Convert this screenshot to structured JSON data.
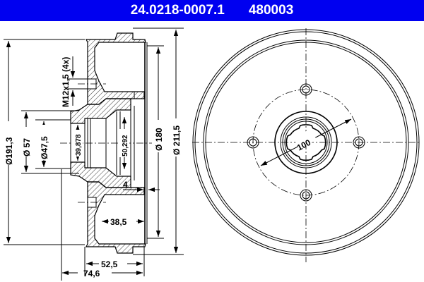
{
  "header": {
    "part_number": "24.0218-0007.1",
    "reference_number": "480003",
    "background_color": "#0000f0",
    "text_color": "#ffffff"
  },
  "section_view": {
    "dimensions": {
      "outer_flange_diameter": "Ø191,3",
      "hub_diameter": "Ø 57",
      "bore_diameter": "Ø47,5",
      "thread": "M12x1,5 (4x)",
      "inner_bearing_diameter": "39,878",
      "outer_bearing_diameter": "50,292",
      "braking_diameter": "Ø 180",
      "outer_diameter": "Ø 211,5",
      "rim_width": "4",
      "braking_depth": "38,5",
      "hub_height": "52,5",
      "total_height": "74,6"
    }
  },
  "front_view": {
    "pitch_circle_diameter": "100",
    "bolt_holes": 4
  }
}
